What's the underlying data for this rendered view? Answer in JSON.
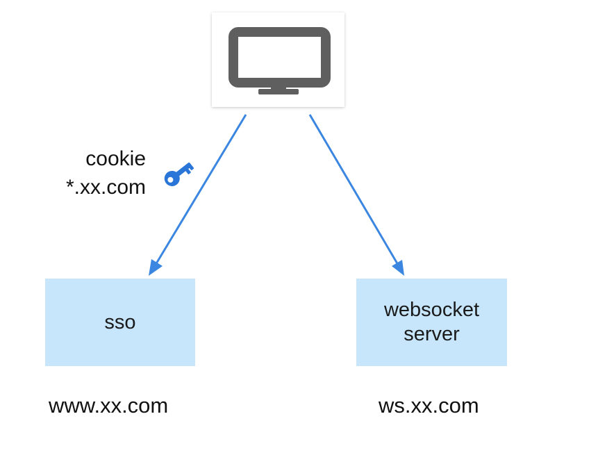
{
  "colors": {
    "arrow": "#3a86e0",
    "server_fill": "#c7e5fb",
    "monitor": "#5f5f5f",
    "key": "#2a76d8"
  },
  "client": {
    "icon": "monitor-icon"
  },
  "cookie": {
    "line1": "cookie",
    "line2": "*.xx.com",
    "icon": "key-icon"
  },
  "nodes": {
    "sso": {
      "label": "sso",
      "domain": "www.xx.com"
    },
    "websocket": {
      "label": "websocket\nserver",
      "domain": "ws.xx.com"
    }
  }
}
